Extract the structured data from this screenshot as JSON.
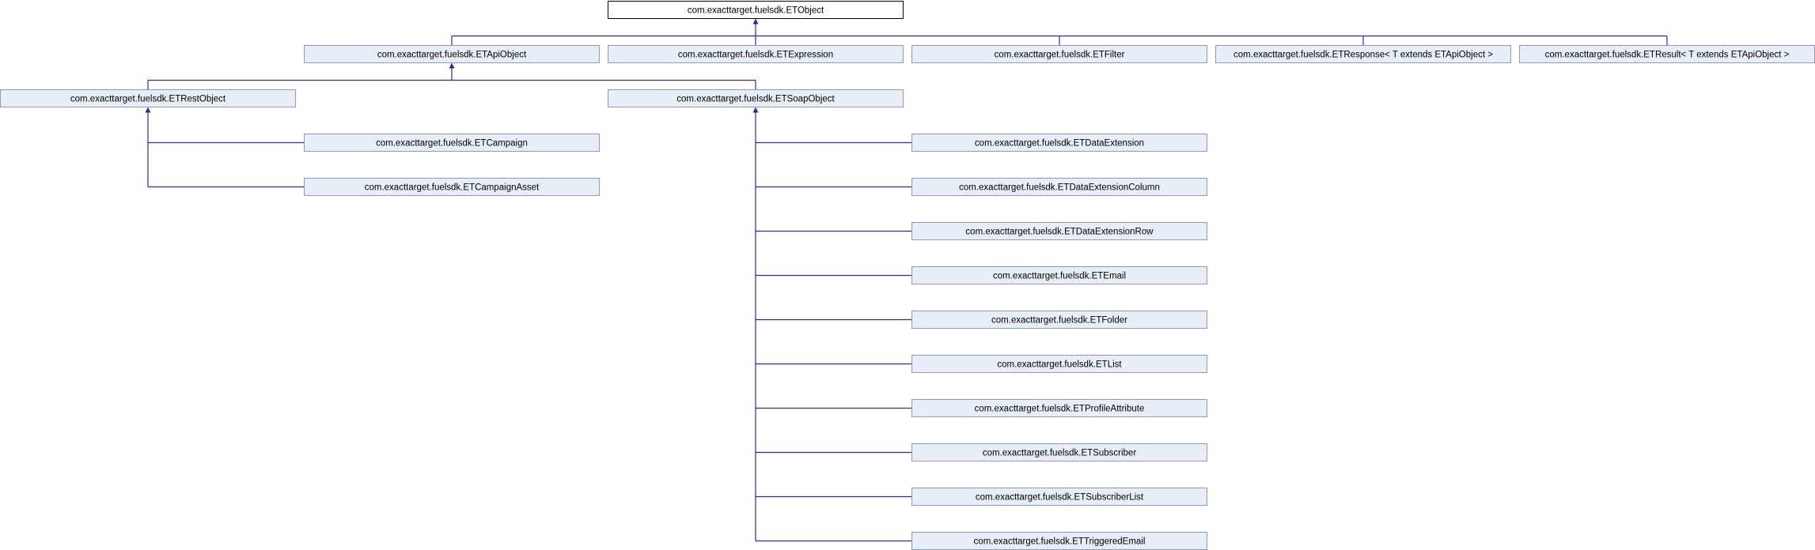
{
  "diagram": {
    "type": "class-inheritance",
    "nodes": [
      {
        "id": "etobject",
        "label": "com.exacttarget.fuelsdk.ETObject",
        "root": true
      },
      {
        "id": "etapiobject",
        "label": "com.exacttarget.fuelsdk.ETApiObject"
      },
      {
        "id": "etexpression",
        "label": "com.exacttarget.fuelsdk.ETExpression"
      },
      {
        "id": "etfilter",
        "label": "com.exacttarget.fuelsdk.ETFilter"
      },
      {
        "id": "etresponse",
        "label": "com.exacttarget.fuelsdk.ETResponse< T extends ETApiObject >"
      },
      {
        "id": "etresult",
        "label": "com.exacttarget.fuelsdk.ETResult< T extends ETApiObject >"
      },
      {
        "id": "etrestobject",
        "label": "com.exacttarget.fuelsdk.ETRestObject"
      },
      {
        "id": "etsoapobject",
        "label": "com.exacttarget.fuelsdk.ETSoapObject"
      },
      {
        "id": "etcampaign",
        "label": "com.exacttarget.fuelsdk.ETCampaign"
      },
      {
        "id": "etcampaignasset",
        "label": "com.exacttarget.fuelsdk.ETCampaignAsset"
      },
      {
        "id": "etdataextension",
        "label": "com.exacttarget.fuelsdk.ETDataExtension"
      },
      {
        "id": "etdataextensioncolumn",
        "label": "com.exacttarget.fuelsdk.ETDataExtensionColumn"
      },
      {
        "id": "etdataextensionrow",
        "label": "com.exacttarget.fuelsdk.ETDataExtensionRow"
      },
      {
        "id": "etemail",
        "label": "com.exacttarget.fuelsdk.ETEmail"
      },
      {
        "id": "etfolder",
        "label": "com.exacttarget.fuelsdk.ETFolder"
      },
      {
        "id": "etlist",
        "label": "com.exacttarget.fuelsdk.ETList"
      },
      {
        "id": "etprofileattribute",
        "label": "com.exacttarget.fuelsdk.ETProfileAttribute"
      },
      {
        "id": "etsubscriber",
        "label": "com.exacttarget.fuelsdk.ETSubscriber"
      },
      {
        "id": "etsubscriberlist",
        "label": "com.exacttarget.fuelsdk.ETSubscriberList"
      },
      {
        "id": "ettriggeredemail",
        "label": "com.exacttarget.fuelsdk.ETTriggeredEmail"
      }
    ],
    "edges": [
      {
        "child": "etapiobject",
        "parent": "etobject"
      },
      {
        "child": "etexpression",
        "parent": "etobject"
      },
      {
        "child": "etfilter",
        "parent": "etobject"
      },
      {
        "child": "etresponse",
        "parent": "etobject"
      },
      {
        "child": "etresult",
        "parent": "etobject"
      },
      {
        "child": "etrestobject",
        "parent": "etapiobject"
      },
      {
        "child": "etsoapobject",
        "parent": "etapiobject"
      },
      {
        "child": "etcampaign",
        "parent": "etrestobject"
      },
      {
        "child": "etcampaignasset",
        "parent": "etrestobject"
      },
      {
        "child": "etdataextension",
        "parent": "etsoapobject"
      },
      {
        "child": "etdataextensioncolumn",
        "parent": "etsoapobject"
      },
      {
        "child": "etdataextensionrow",
        "parent": "etsoapobject"
      },
      {
        "child": "etemail",
        "parent": "etsoapobject"
      },
      {
        "child": "etfolder",
        "parent": "etsoapobject"
      },
      {
        "child": "etlist",
        "parent": "etsoapobject"
      },
      {
        "child": "etprofileattribute",
        "parent": "etsoapobject"
      },
      {
        "child": "etsubscriber",
        "parent": "etsoapobject"
      },
      {
        "child": "etsubscriberlist",
        "parent": "etsoapobject"
      },
      {
        "child": "ettriggeredemail",
        "parent": "etsoapobject"
      }
    ]
  }
}
